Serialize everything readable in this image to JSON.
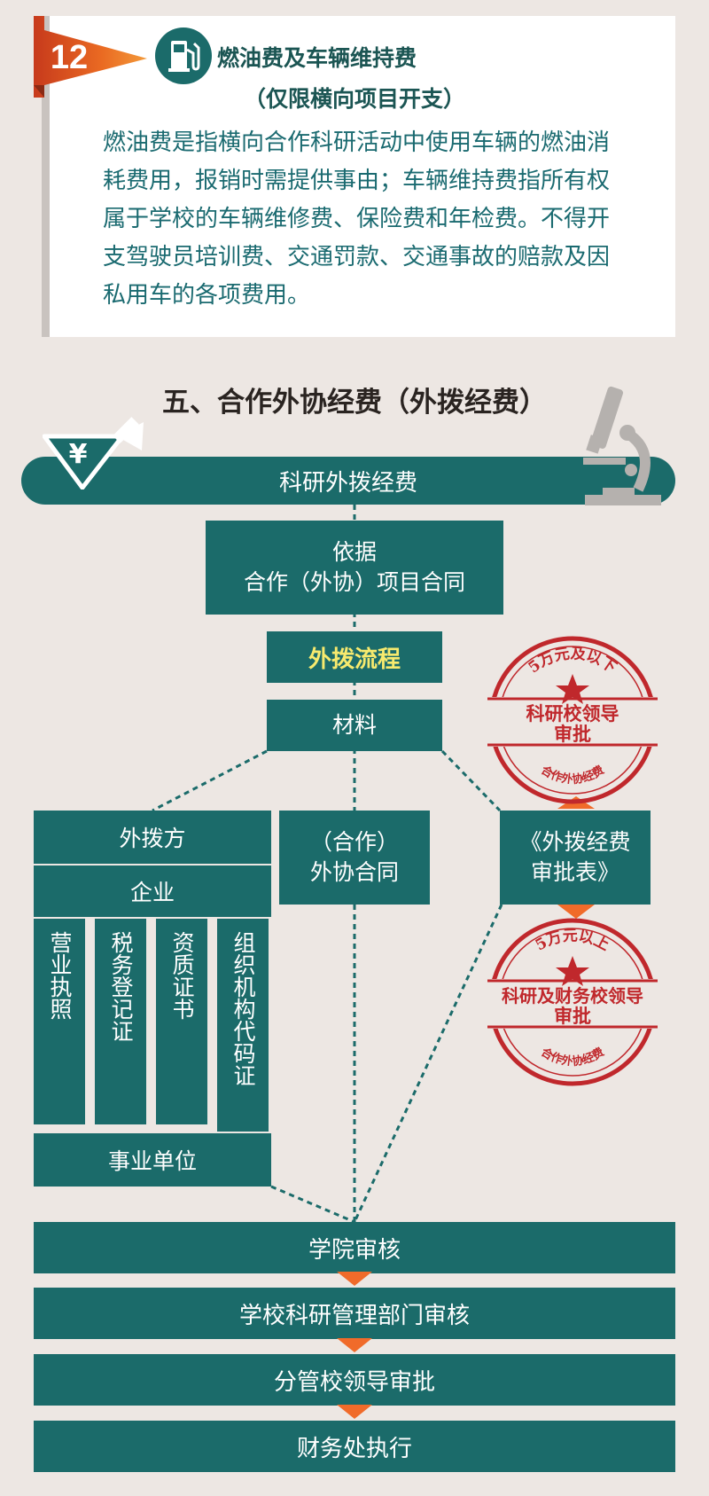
{
  "item": {
    "number": "12",
    "title": "燃油费及车辆维持费",
    "subtitle": "（仅限横向项目开支）",
    "body": "燃油费是指横向合作科研活动中使用车辆的燃油消耗费用，报销时需提供事由；车辆维持费指所有权属于学校的车辆维修费、保险费和年检费。不得开支驾驶员培训费、交通罚款、交通事故的赔款及因私用车的各项费用。",
    "icon": "fuel-pump-icon"
  },
  "section": {
    "title": "五、合作外协经费（外拨经费）",
    "banner": "科研外拨经费",
    "icons": [
      "yen-flask-icon",
      "microscope-icon"
    ]
  },
  "flow": {
    "basis_line1": "依据",
    "basis_line2": "合作（外协）项目合同",
    "process": "外拨流程",
    "materials": "材料",
    "party": "外拨方",
    "enterprise": "企业",
    "enterprise_docs": [
      "营业执照",
      "税务登记证",
      "资质证书",
      "组织机构代码证"
    ],
    "institution": "事业单位",
    "contract_line1": "（合作）",
    "contract_line2": "外协合同",
    "form_line1": "《外拨经费",
    "form_line2": "审批表》",
    "stamp_upper": {
      "arc": "5万元及以下",
      "line1": "科研校领导",
      "line2": "审批",
      "footer": "合作外协经费"
    },
    "stamp_lower": {
      "arc": "5万元以上",
      "line1": "科研及财务校领导",
      "line2": "审批",
      "footer": "合作外协经费"
    },
    "steps": [
      "学院审核",
      "学校科研管理部门审核",
      "分管校领导审批",
      "财务处执行"
    ]
  },
  "colors": {
    "teal": "#1b6b6a",
    "orange": "#f06b2a",
    "stamp_red": "#c0282c",
    "highlight_yellow": "#f7ea6e"
  }
}
